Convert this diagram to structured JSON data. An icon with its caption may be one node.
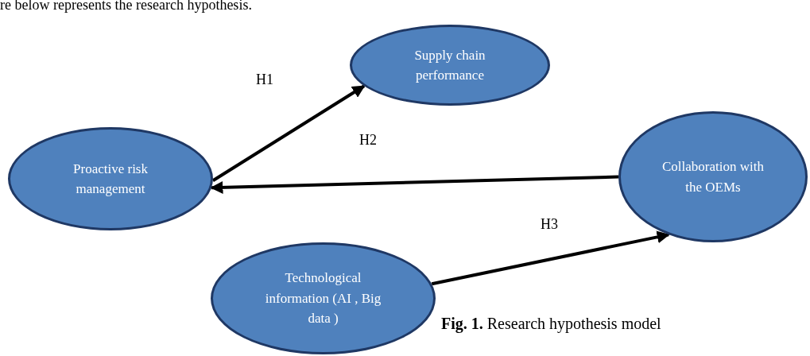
{
  "diagram": {
    "caption": "**Fig. 1.** Research hypothesis model",
    "nodes": [
      {
        "text": [
          "Supply chain performance"
        ]
      },
      {
        "text": [
          "Proactive risk management"
        ]
      },
      {
        "text": [
          "Collaboration with the OEMs"
        ]
      },
      {
        "text": [
          "Technological information (AI , Big data )"
        ]
      }
    ],
    "edges": [
      {
        "from": 1,
        "to": 0,
        "arrow": "to",
        "label": "H1"
      },
      {
        "from": 2,
        "to": 1,
        "arrow": "to",
        "label": "H2"
      },
      {
        "from": 3,
        "to": 2,
        "arrow": "to",
        "label": "H3"
      }
    ],
    "labels": [
      "re below represents the research hypothesis."
    ]
  }
}
